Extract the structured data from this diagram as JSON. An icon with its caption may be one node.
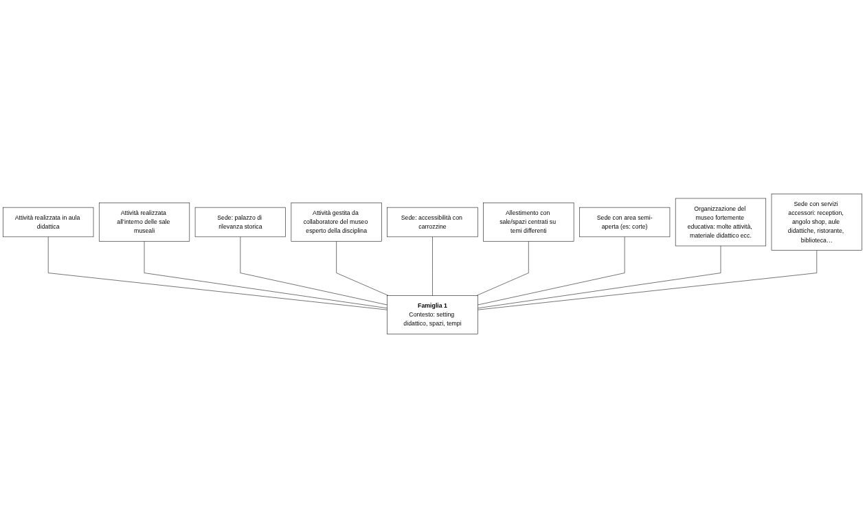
{
  "diagram": {
    "nodes": [
      {
        "text": [
          "Attività realizzata in aula didattica"
        ]
      },
      {
        "text": [
          "Attività realizzata all’interno delle sale museali"
        ]
      },
      {
        "text": [
          "Sede: palazzo di rilevanza storica"
        ]
      },
      {
        "text": [
          "Attività gestita da collaboratore del museo esperto della disciplina"
        ]
      },
      {
        "text": [
          "Sede: accessibilità con carrozzine"
        ]
      },
      {
        "text": [
          "Allestimento con sale/spazi centrati su temi differenti"
        ]
      },
      {
        "text": [
          "Sede con area semi-aperta (es: corte)"
        ]
      },
      {
        "text": [
          "Organizzazione del museo fortemente educativa: molte attività, materiale didattico ecc."
        ]
      },
      {
        "text": [
          "Sede con servizi accessori: reception, angolo shop, aule didattiche, ristorante, biblioteca…"
        ]
      },
      {
        "text": [
          "Famiglia 1",
          "Contesto: setting didattico, spazi, tempi"
        ]
      }
    ],
    "edges": [
      {
        "from": 0,
        "to": 9,
        "arrow": "none"
      },
      {
        "from": 1,
        "to": 9,
        "arrow": "none"
      },
      {
        "from": 2,
        "to": 9,
        "arrow": "none"
      },
      {
        "from": 3,
        "to": 9,
        "arrow": "none"
      },
      {
        "from": 4,
        "to": 9,
        "arrow": "none"
      },
      {
        "from": 5,
        "to": 9,
        "arrow": "none"
      },
      {
        "from": 6,
        "to": 9,
        "arrow": "none"
      },
      {
        "from": 7,
        "to": 9,
        "arrow": "none"
      },
      {
        "from": 8,
        "to": 9,
        "arrow": "none"
      }
    ]
  }
}
